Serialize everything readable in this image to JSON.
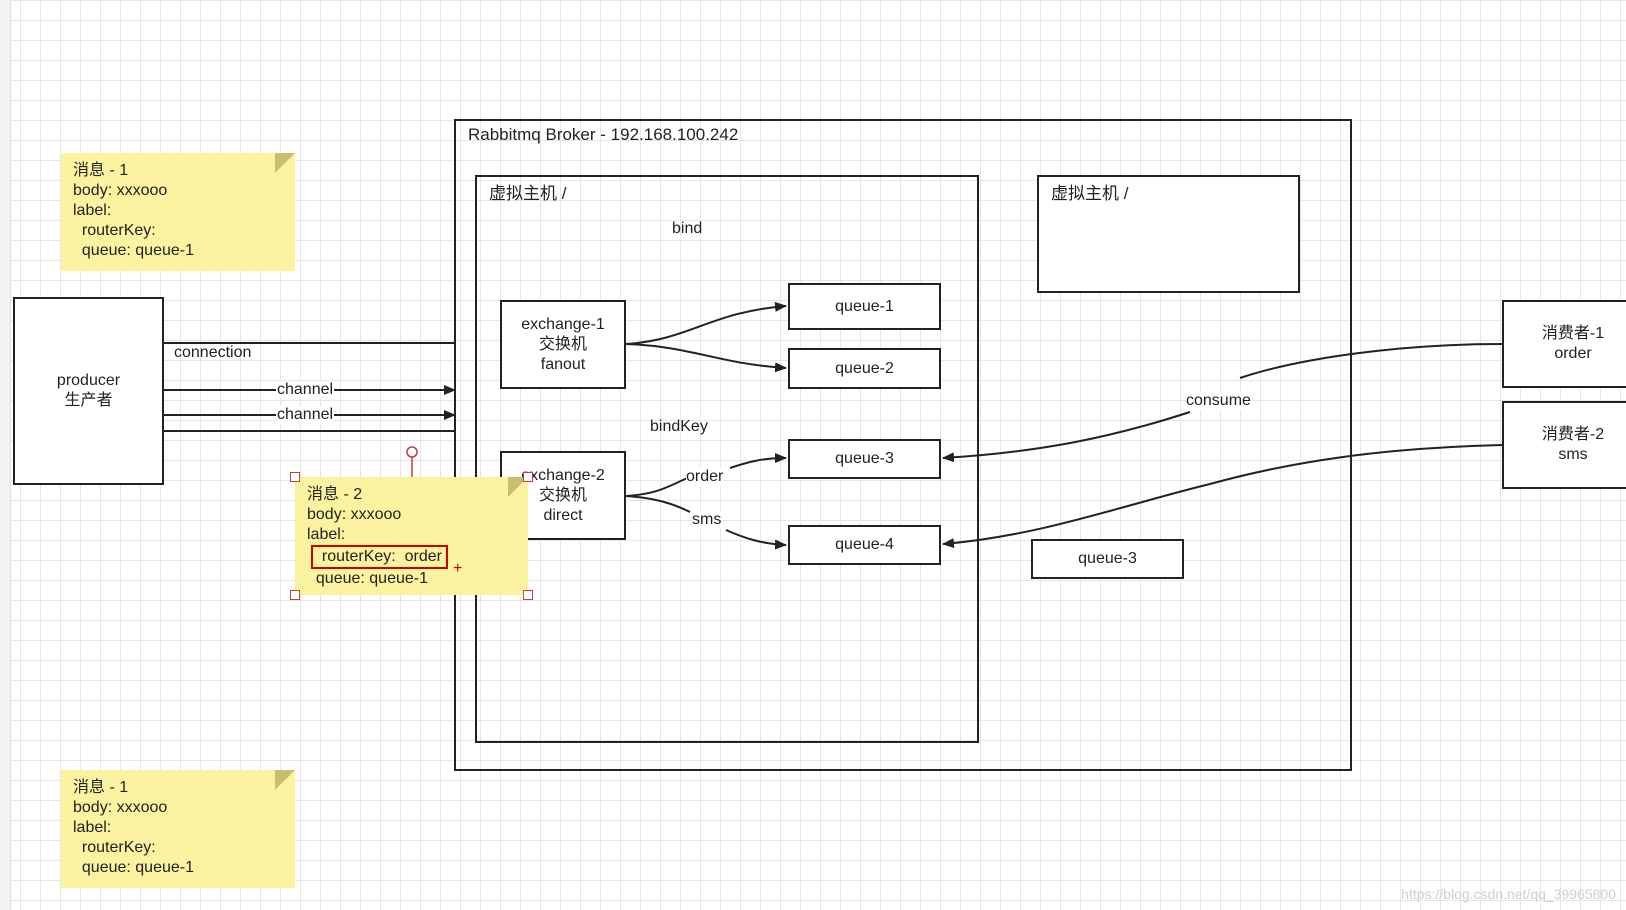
{
  "broker": {
    "title": "Rabbitmq Broker - 192.168.100.242"
  },
  "vhost_left": {
    "title": "虚拟主机 /"
  },
  "vhost_right": {
    "title": "虚拟主机 /"
  },
  "producer": {
    "line1": "producer",
    "line2": "生产者"
  },
  "wire_labels": {
    "connection": "connection",
    "channel_1": "channel",
    "channel_2": "channel",
    "bind": "bind",
    "bindkey": "bindKey",
    "order": "order",
    "sms": "sms",
    "consume": "consume"
  },
  "exchange_1": {
    "line1": "exchange-1",
    "line2": "交换机",
    "line3": "fanout"
  },
  "exchange_2": {
    "line1": "exchange-2",
    "line2": "交换机",
    "line3": "direct"
  },
  "queues": {
    "q1": "queue-1",
    "q2": "queue-2",
    "q3": "queue-3",
    "q4": "queue-4",
    "q3_extra": "queue-3"
  },
  "consumers": {
    "c1": {
      "line1": "消费者-1",
      "line2": "order"
    },
    "c2": {
      "line1": "消费者-2",
      "line2": "sms"
    }
  },
  "notes": {
    "top": [
      "消息 - 1",
      "body: xxxooo",
      "label:",
      "  routerKey:",
      "  queue: queue-1"
    ],
    "selected": [
      "消息 - 2",
      "body: xxxooo",
      "label:",
      "  routerKey:  order",
      "  queue: queue-1"
    ],
    "bottom": [
      "消息 - 1",
      "body: xxxooo",
      "label:",
      "  routerKey:",
      "  queue: queue-1"
    ]
  },
  "watermark": "https://blog.csdn.net/qq_39965800",
  "colors": {
    "note_fill": "#fbf3a0",
    "highlight": "#cc0000",
    "line": "#222222"
  }
}
